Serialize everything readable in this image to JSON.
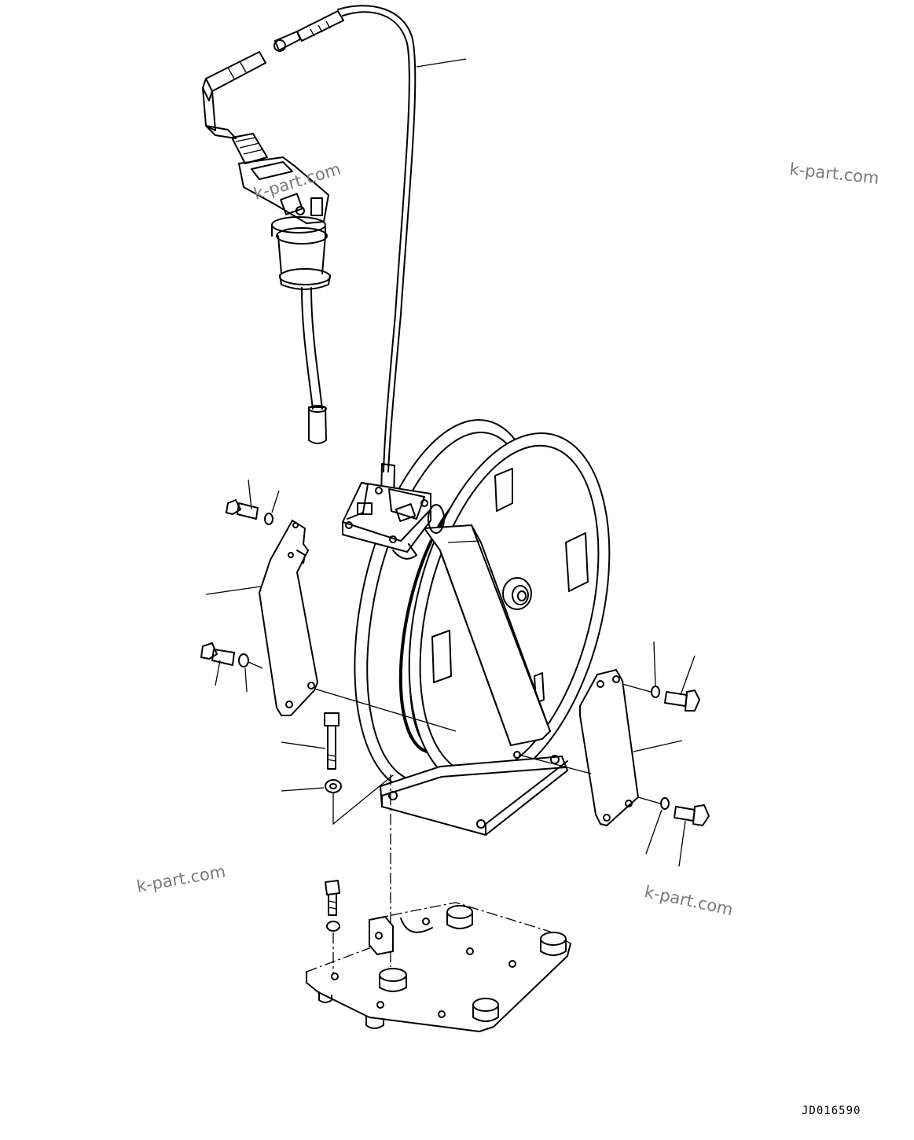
{
  "watermarks": [
    "k-part.com",
    "k-part.com",
    "k-part.com",
    "k-part.com"
  ],
  "drawing_number": "JD016590",
  "parts": [
    "hose-nozzle",
    "hose",
    "hose-reel",
    "left-cover-plate",
    "right-cover-plate",
    "mounting-base-plate",
    "bolts",
    "washers"
  ]
}
